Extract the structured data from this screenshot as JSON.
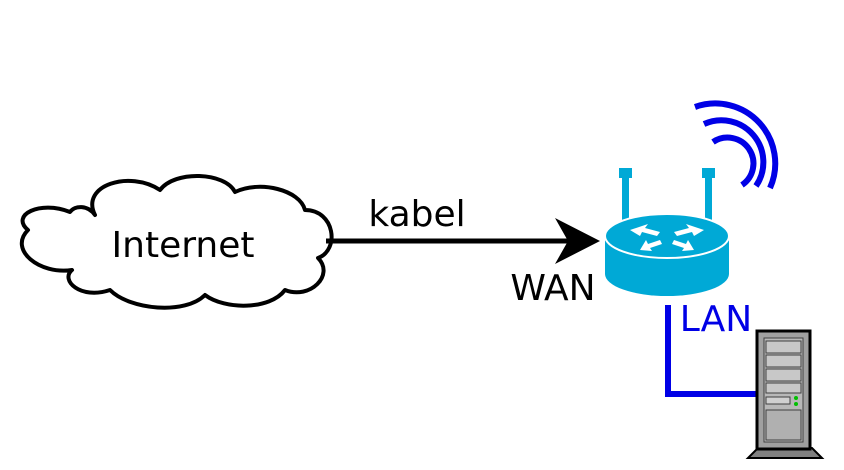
{
  "nodes": {
    "internet": {
      "label": "Internet",
      "shape": "cloud"
    },
    "router": {
      "label": "",
      "shape": "wireless-router",
      "color": "#00a9d6"
    },
    "server": {
      "label": "",
      "shape": "server-tower",
      "color": "#a0a0a0"
    }
  },
  "edges": {
    "internet_router": {
      "label": "kabel",
      "end_label": "WAN",
      "color": "#000000"
    },
    "router_server": {
      "label": "LAN",
      "color": "#0000e6"
    }
  },
  "wifi": {
    "color": "#0000e6"
  }
}
